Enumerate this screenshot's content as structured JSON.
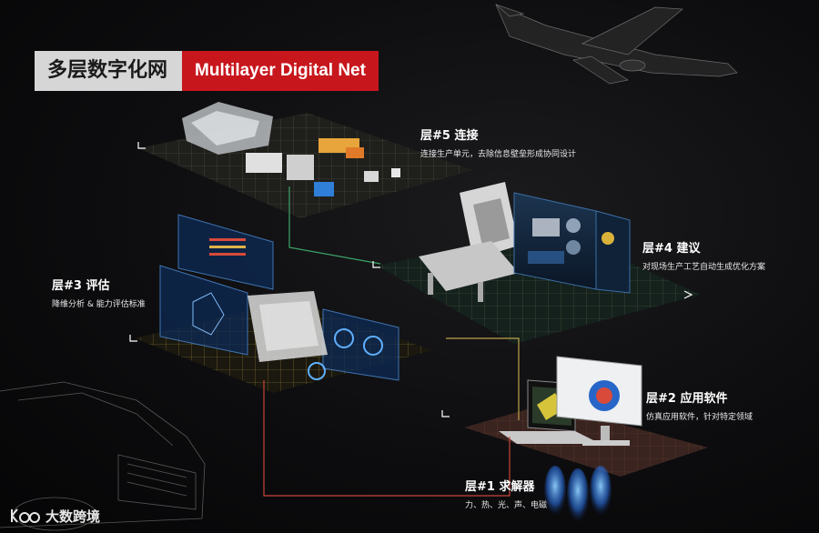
{
  "title": {
    "cn": "多层数字化网",
    "en": "Multilayer Digital Net"
  },
  "layers": [
    {
      "title": "层#5 连接",
      "desc": "连接生产单元，去除信息壁垒形成协同设计"
    },
    {
      "title": "层#4 建议",
      "desc": "对现场生产工艺自动生成优化方案"
    },
    {
      "title": "层#3 评估",
      "desc": "降维分析 & 能力评估标准"
    },
    {
      "title": "层#2 应用软件",
      "desc": "仿真应用软件，针对特定领域"
    },
    {
      "title": "层#1 求解器",
      "desc": "力、热、光、声、电磁"
    }
  ],
  "brand": {
    "logo_text": "大数跨境"
  },
  "colors": {
    "accent_red": "#c8161d",
    "title_gray": "#d6d6d6",
    "grid_line": "#6b6b55",
    "layer3_grid": "#c9a94a",
    "layer2_surface": "#3a2420",
    "hologram_blue": "#3d7fd0"
  },
  "icons": [
    "airplane-wireframe-icon",
    "car-wireframe-icon",
    "robot-arm-icon",
    "press-machine-icon",
    "laptop-icon",
    "monitor-icon",
    "engine-block-icon"
  ]
}
